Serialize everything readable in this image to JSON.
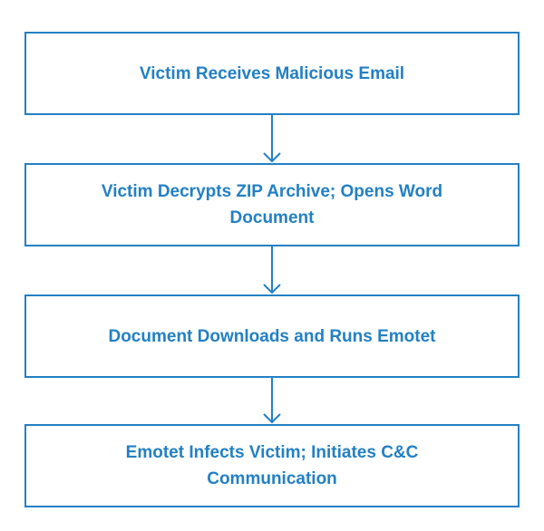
{
  "flowchart": {
    "steps": [
      {
        "label": "Victim Receives Malicious Email"
      },
      {
        "label": "Victim Decrypts ZIP Archive; Opens Word Document"
      },
      {
        "label": "Document Downloads and Runs Emotet"
      },
      {
        "label": "Emotet Infects Victim; Initiates C&C Communication"
      }
    ]
  },
  "colors": {
    "accent": "#2380c4",
    "background": "#ffffff"
  }
}
